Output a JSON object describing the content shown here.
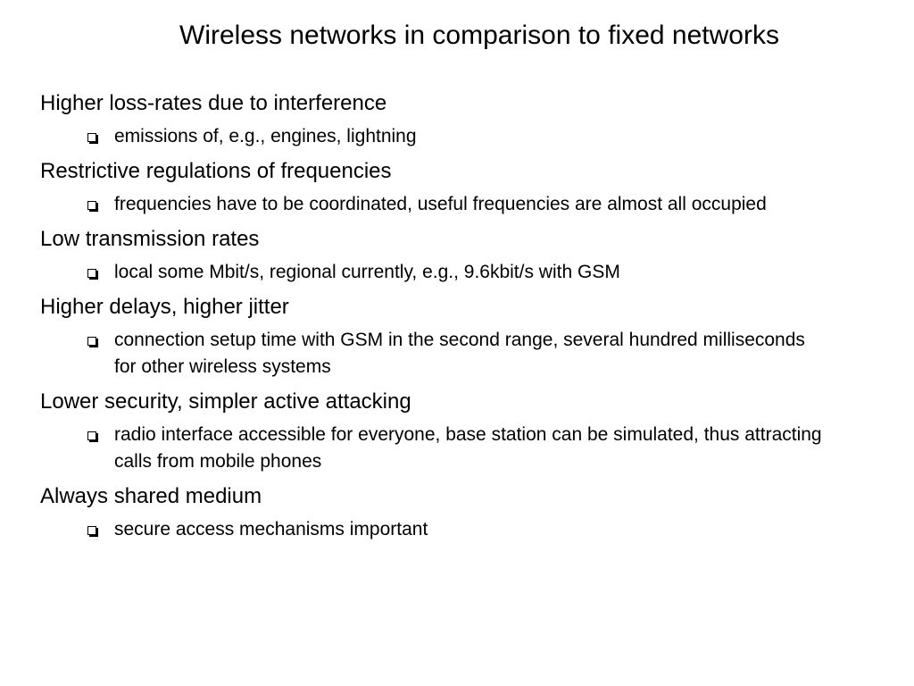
{
  "slide": {
    "title": "Wireless networks in comparison to fixed networks",
    "bullet_icon": "hollow-square-bullet-icon",
    "points": [
      {
        "text": "Higher loss-rates due to interference",
        "sub": "emissions of, e.g., engines, lightning"
      },
      {
        "text": "Restrictive regulations of frequencies",
        "sub": "frequencies have to be coordinated, useful frequencies are almost all occupied"
      },
      {
        "text": "Low transmission rates",
        "sub": "local some Mbit/s, regional currently, e.g., 9.6kbit/s with GSM"
      },
      {
        "text": "Higher delays, higher jitter",
        "sub": "connection setup time with GSM in the second range, several hundred milliseconds for other wireless systems"
      },
      {
        "text": "Lower security, simpler active attacking",
        "sub": "radio interface accessible for everyone, base station can be simulated, thus attracting calls from mobile phones"
      },
      {
        "text": "Always shared medium",
        "sub": "secure access mechanisms important"
      }
    ]
  }
}
